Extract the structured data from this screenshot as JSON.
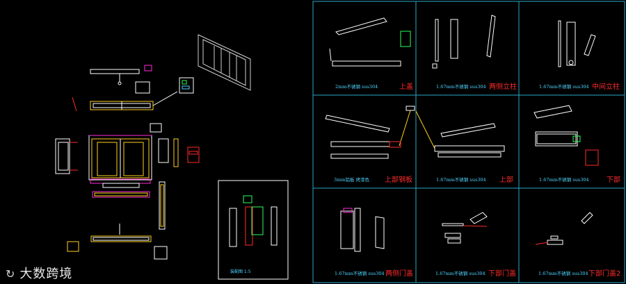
{
  "watermark": {
    "logo": "↻",
    "text": "大数跨境"
  },
  "colors": {
    "background": "#000000",
    "grid": "#2aa7c9",
    "caption": "#4fd4ff",
    "title": "#ff2a2a",
    "line": "#ffffff",
    "yellow": "#ffd21f",
    "magenta": "#ff2bd6",
    "green": "#2bff5a",
    "red": "#ff2a2a"
  },
  "sheet_label": "装配图 1:5",
  "panels": [
    {
      "caption": "2mm不锈钢 sus304",
      "title": "上盖"
    },
    {
      "caption": "1.67mm不锈钢 sus304",
      "title": "两侧立柱"
    },
    {
      "caption": "1.67mm不锈钢 sus304",
      "title": "中间立柱"
    },
    {
      "caption": "3mm铝板 烤漆色",
      "title": "上部钢板"
    },
    {
      "caption": "1.67mm不锈钢 sus304",
      "title": "上部"
    },
    {
      "caption": "1.67mm不锈钢 sus304",
      "title": "下部"
    },
    {
      "caption": "1.67mm不锈钢 sus304",
      "title": "两侧门盖"
    },
    {
      "caption": "1.67mm不锈钢 sus304",
      "title": "下部门盖"
    },
    {
      "caption": "1.67mm不锈钢 sus304",
      "title": "下部门盖2"
    }
  ]
}
